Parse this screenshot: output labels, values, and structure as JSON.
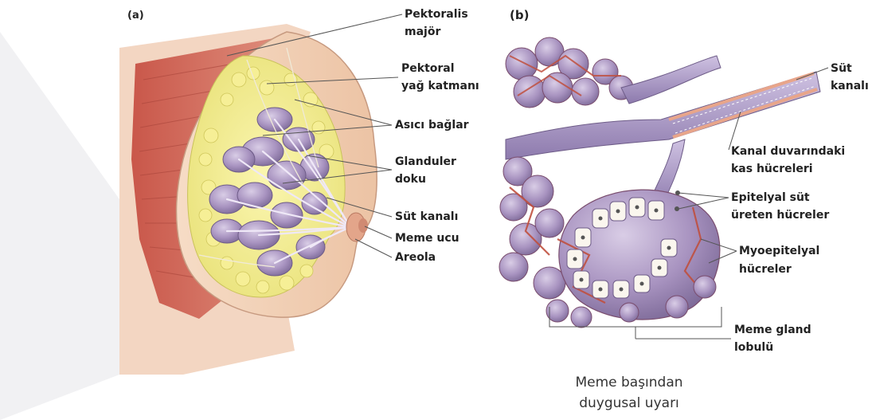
{
  "panel_a": {
    "tag": "(a)",
    "labels": {
      "pectoralis_major_1": "Pektoralis",
      "pectoralis_major_2": "majör",
      "fat_layer_1": "Pektoral",
      "fat_layer_2": "yağ katmanı",
      "ligaments": "Asıcı bağlar",
      "glandular_1": "Glanduler",
      "glandular_2": "doku",
      "milk_duct": "Süt kanalı",
      "nipple": "Meme ucu",
      "areola": "Areola"
    }
  },
  "panel_b": {
    "tag": "(b)",
    "labels": {
      "duct_1": "Süt",
      "duct_2": "kanalı",
      "muscle_cells_1": "Kanal duvarındaki",
      "muscle_cells_2": "kas hücreleri",
      "epithelial_1": "Epitelyal süt",
      "epithelial_2": "üreten hücreler",
      "myoepithelial_1": "Myoepitelyal",
      "myoepithelial_2": "hücreler",
      "lobule_1": "Meme gland",
      "lobule_2": "lobulü"
    }
  },
  "caption": {
    "line1": "Meme başından",
    "line2": "duygusal uyarı"
  }
}
